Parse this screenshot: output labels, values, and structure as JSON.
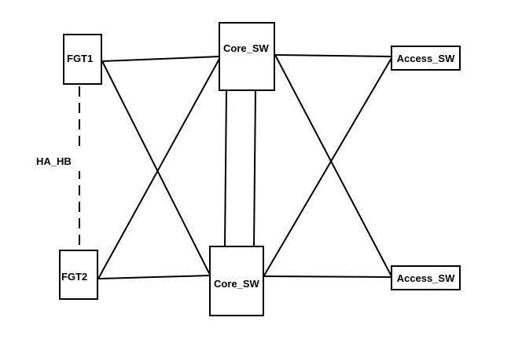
{
  "nodes": {
    "fgt1": "FGT1",
    "fgt2": "FGT2",
    "core_sw_top": "Core_SW",
    "core_sw_bottom": "Core_SW",
    "access_sw_top": "Access_SW",
    "access_sw_bottom": "Access_SW"
  },
  "ha_link_label": "HA_HB",
  "colors": {
    "line": "#000000",
    "background": "#ffffff"
  }
}
